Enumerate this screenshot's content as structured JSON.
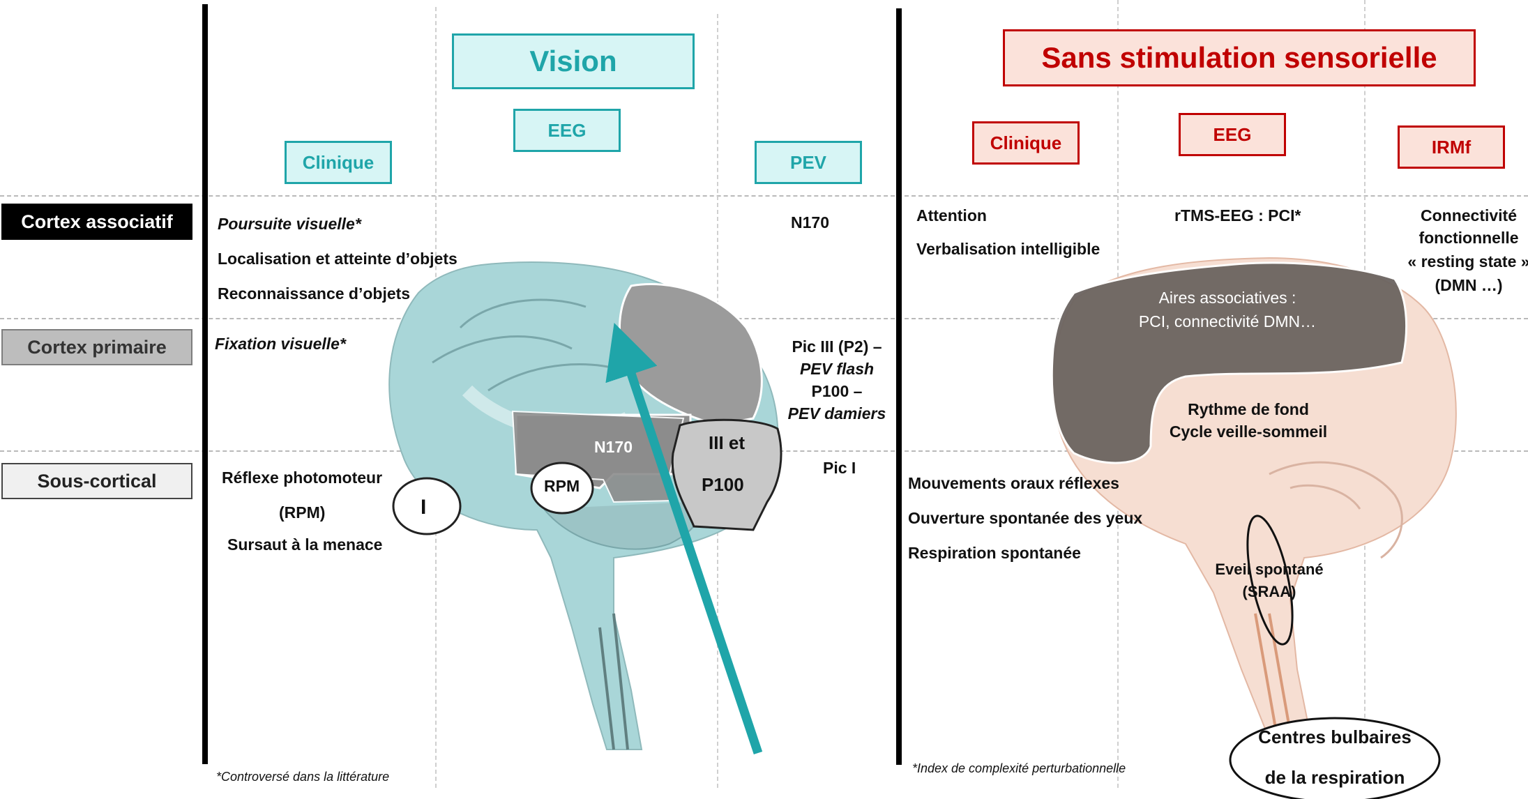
{
  "rows": {
    "associatif": "Cortex associatif",
    "primaire": "Cortex primaire",
    "souscortical": "Sous-cortical"
  },
  "vision": {
    "title": "Vision",
    "col_clinique": "Clinique",
    "col_eeg": "EEG",
    "col_pev": "PEV",
    "clinique_assoc": [
      "Poursuite visuelle*",
      "Localisation et atteinte d’objets",
      "Reconnaissance d’objets"
    ],
    "clinique_prim": "Fixation visuelle*",
    "clinique_sous": [
      "Réflexe photomoteur",
      "(RPM)",
      "Sursaut à la menace"
    ],
    "pev_assoc": "N170",
    "pev_prim": [
      "Pic III (P2) –",
      "PEV flash",
      "P100 –",
      "PEV damiers"
    ],
    "pev_sous": "Pic I",
    "brain_labels": {
      "n170": "N170",
      "rpm": "RPM",
      "i": "I",
      "iii_et": "III et",
      "p100": "P100"
    },
    "footnote": "*Controversé dans la littérature"
  },
  "sans": {
    "title": "Sans stimulation sensorielle",
    "col_clinique": "Clinique",
    "col_eeg": "EEG",
    "col_irmf": "IRMf",
    "clinique_assoc": [
      "Attention",
      "Verbalisation intelligible"
    ],
    "eeg_assoc": "rTMS-EEG : PCI*",
    "irmf_assoc": [
      "Connectivité",
      "fonctionnelle",
      "« resting state »",
      "(DMN …)"
    ],
    "clinique_sous": [
      "Mouvements oraux réflexes",
      "Ouverture spontanée des yeux",
      "Respiration spontanée"
    ],
    "brain_labels": {
      "aires": [
        "Aires associatives :",
        "PCI, connectivité DMN…"
      ],
      "rythme": [
        "Rythme de fond",
        "Cycle veille-sommeil"
      ],
      "eveil": [
        "Eveil spontané",
        "(SRAA)"
      ],
      "centres": [
        "Centres bulbaires",
        "de la respiration"
      ]
    },
    "footnote": "*Index de complexité perturbationnelle"
  },
  "colors": {
    "teal": "#1fa5a9",
    "red": "#c00000",
    "teal_fill": "#d7f5f5",
    "red_fill": "#fbe2da"
  }
}
